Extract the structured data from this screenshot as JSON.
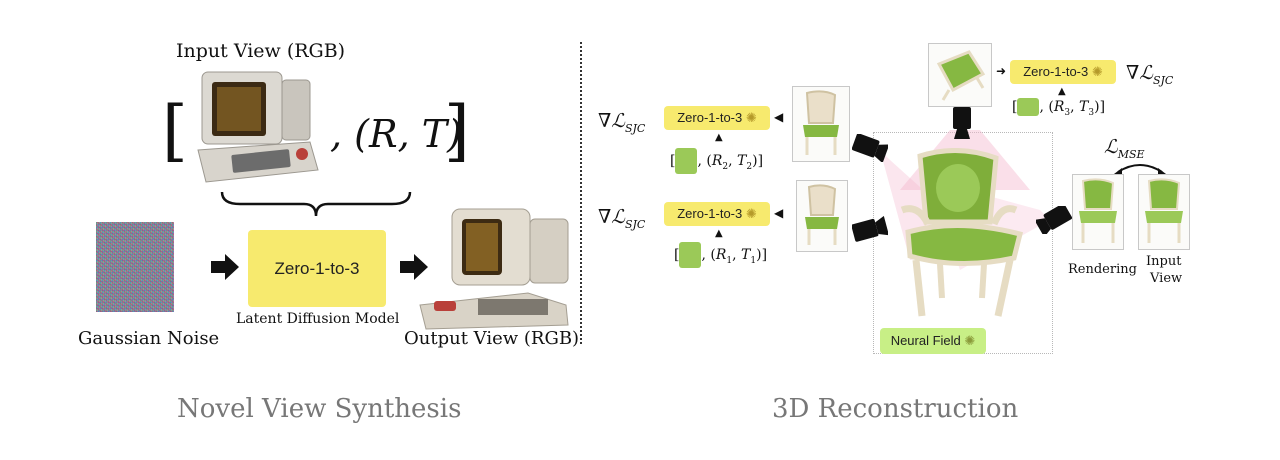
{
  "left": {
    "input_view_label": "Input View (RGB)",
    "pose_text": ", (R, T)",
    "noise_label": "Gaussian Noise",
    "model_label": "Zero-1-to-3",
    "model_sublabel": "Latent Diffusion Model",
    "output_label": "Output View (RGB)",
    "caption": "Novel View Synthesis"
  },
  "right": {
    "model_label": "Zero-1-to-3",
    "grad_prefix": "∇",
    "loss_symbol": "ℒ",
    "loss_sub": "SJC",
    "mse_sub": "MSE",
    "poses": [
      {
        "R": "R",
        "T": "T",
        "idx": "1"
      },
      {
        "R": "R",
        "T": "T",
        "idx": "2"
      },
      {
        "R": "R",
        "T": "T",
        "idx": "3"
      }
    ],
    "neural_field_label": "Neural Field",
    "rendering_label": "Rendering",
    "input_view_line1": "Input",
    "input_view_line2": "View",
    "caption": "3D Reconstruction"
  },
  "colors": {
    "model_box": "#f7ea6e",
    "neural_field_box": "#c8ef86",
    "frustum": "#f4b8cf",
    "caption": "#777777"
  },
  "icons": [
    "computer-illustration",
    "camera-icon",
    "arrow-icon",
    "chair-illustration",
    "gear-icon"
  ]
}
